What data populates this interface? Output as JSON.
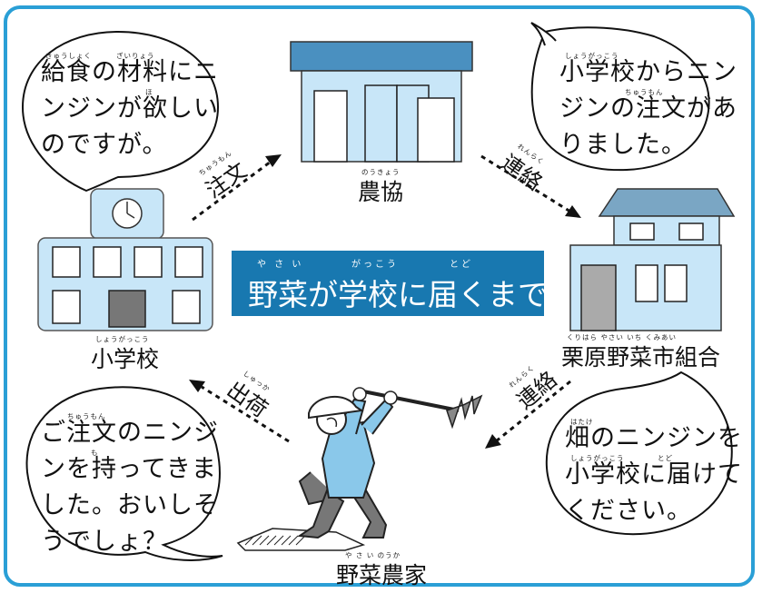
{
  "title": {
    "text": "野菜が学校に届くまで",
    "ruby_yasai": "や さ い",
    "ruby_gakkou": "がっこう",
    "ruby_todo": "とど"
  },
  "nodes": {
    "school": {
      "label": "小学校",
      "ruby": "しょうがっこう"
    },
    "nokyo": {
      "label": "農協",
      "ruby": "のうきょう"
    },
    "kumiai": {
      "label": "栗原野菜市組合",
      "ruby": "くりはら やさい いち くみあい"
    },
    "farmer": {
      "label": "野菜農家",
      "ruby": "や さ い のうか"
    }
  },
  "arrows": {
    "order": {
      "label": "注文",
      "ruby": "ちゅうもん"
    },
    "contact1": {
      "label": "連絡",
      "ruby": "れんらく"
    },
    "contact2": {
      "label": "連絡",
      "ruby": "れんらく"
    },
    "ship": {
      "label": "出荷",
      "ruby": "しゅっか"
    }
  },
  "bubbles": {
    "school": {
      "lines": [
        "給食の材料にニ",
        "ンジンが欲しい",
        "のですが。"
      ],
      "ruby_1": "きゅうしょく",
      "ruby_2": "ざいりょう",
      "ruby_3": "ほ"
    },
    "nokyo": {
      "lines": [
        "小学校からニン",
        "ジンの注文があ",
        "りました。"
      ],
      "ruby_1": "しょうがっこう",
      "ruby_2": "ちゅうもん"
    },
    "kumiai": {
      "lines": [
        "畑のニンジンを",
        "小学校に届けて",
        "ください。"
      ],
      "ruby_1": "はたけ",
      "ruby_2": "しょうがっこう",
      "ruby_3": "とど"
    },
    "farmer": {
      "lines": [
        "ご注文のニンジ",
        "ンを持ってきま",
        "した。おいしそ",
        "うでしょ？"
      ],
      "ruby_1": "ちゅうもん",
      "ruby_2": "も"
    }
  },
  "colors": {
    "frame": "#2a9fd6",
    "title_bg": "#1878b0",
    "building_light": "#c8e6f8",
    "building_dark": "#4a90c0",
    "roof": "#7aa6c4"
  }
}
